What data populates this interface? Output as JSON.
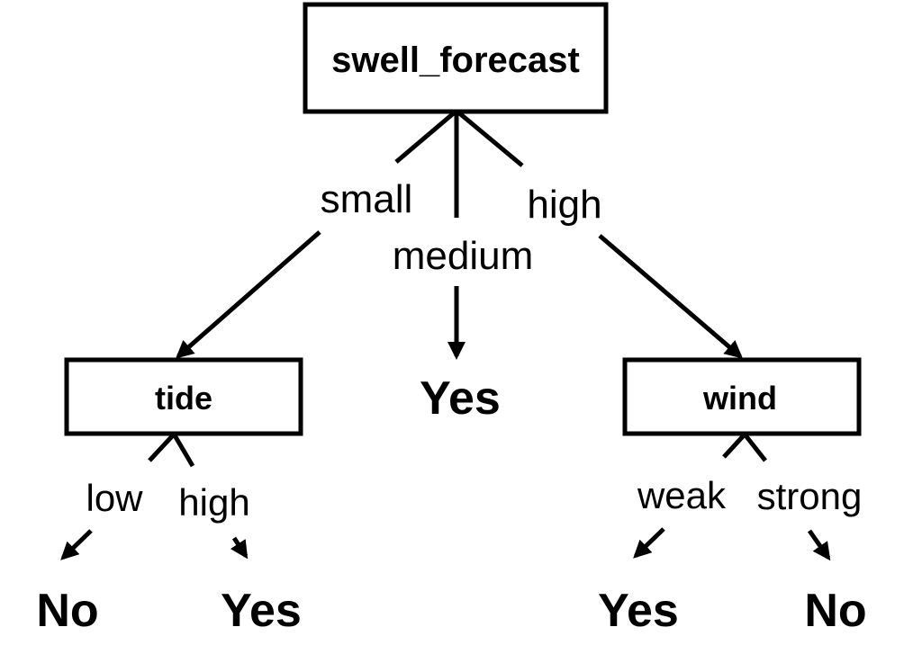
{
  "tree": {
    "root": {
      "label": "swell_forecast",
      "branches": {
        "small": "small",
        "medium": "medium",
        "high": "high"
      }
    },
    "tide": {
      "label": "tide",
      "branches": {
        "low": "low",
        "high": "high"
      },
      "leaves": {
        "low": "No",
        "high": "Yes"
      }
    },
    "medium_leaf": "Yes",
    "wind": {
      "label": "wind",
      "branches": {
        "weak": "weak",
        "strong": "strong"
      },
      "leaves": {
        "weak": "Yes",
        "strong": "No"
      }
    }
  },
  "colors": {
    "line": "#000000",
    "background": "#ffffff"
  }
}
